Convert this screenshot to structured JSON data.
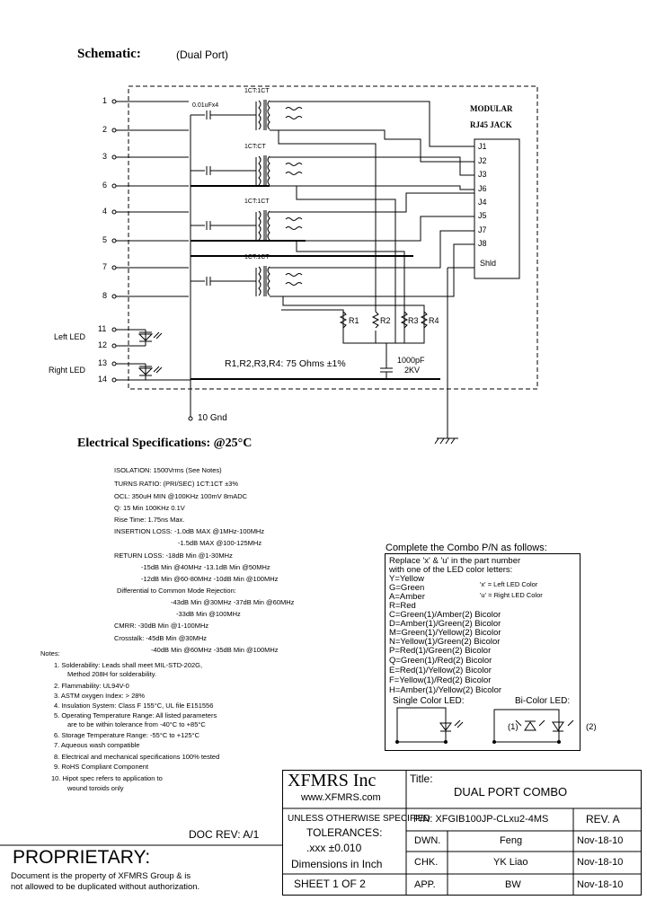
{
  "schematic": {
    "title": "Schematic:",
    "subtitle": "(Dual Port)",
    "pins_left": [
      "1",
      "2",
      "3",
      "6",
      "4",
      "5",
      "7",
      "8",
      "11",
      "12",
      "13",
      "14"
    ],
    "ratios": [
      "1CT:1CT",
      "1CT:CT",
      "1CT:1CT",
      "1CT:1CT"
    ],
    "cap_label": "0.01uFx4",
    "jack_title_1": "MODULAR",
    "jack_title_2": "RJ45 JACK",
    "jack_pins": [
      "J1",
      "J2",
      "J3",
      "J6",
      "J4",
      "J5",
      "J7",
      "J8",
      "Shld"
    ],
    "resistors": [
      "R1",
      "R2",
      "R3",
      "R4"
    ],
    "resistor_note": "R1,R2,R3,R4: 75 Ohms ±1%",
    "hv_cap_1": "1000pF",
    "hv_cap_2": "2KV",
    "left_led": "Left LED",
    "right_led": "Right LED",
    "gnd_pin": "10 Gnd"
  },
  "electrical": {
    "title": "Electrical Specifications: @25°C",
    "lines": [
      "ISOLATION: 1500Vrms (See Notes)",
      "TURNS RATIO: (PRI/SEC) 1CT:1CT ±3%",
      "OCL: 350uH MIN @100KHz 100mV 8mADC",
      "Q: 15 Min 100KHz 0.1V",
      "Rise Time: 1.75ns Max.",
      "INSERTION LOSS: -1.0dB MAX @1MHz-100MHz",
      "-1.5dB MAX @100-125MHz",
      "RETURN LOSS: -18dB Min @1-30MHz",
      "-15dB Min @40MHz -13.1dB Min @50MHz",
      "-12dB Min @60-80MHz -10dB Min @100MHz",
      "Differential to Common Mode Rejection:",
      "-43dB Min @30MHz -37dB Min @60MHz",
      "-33dB Min @100MHz",
      "CMRR: -30dB Min @1-100MHz",
      "Crosstalk: -45dB Min @30MHz",
      "-40dB Min @60MHz -35dB Min @100MHz"
    ]
  },
  "notes": {
    "title": "Notes:",
    "items": [
      "1. Solderability: Leads shall meet MIL-STD-202G,",
      "Method 208H for solderability.",
      "2. Flammability: UL94V-0",
      "3. ASTM oxygen Index: > 28%",
      "4. Insulation System: Class F 155°C, UL file E151556",
      "5. Operating Temperature Range: All listed parameters",
      "are to be within tolerance from -40°C to +85°C",
      "6. Storage Temperature Range: -55°C to +125°C",
      "7. Aqueous wash compatible",
      "8. Electrical and mechanical specifications 100% tested",
      "9. RoHS Compliant Component",
      "10. Hipot spec refers to application to",
      "wound toroids only"
    ]
  },
  "combo": {
    "heading": "Complete the Combo P/N as follows:",
    "lines": [
      "Replace 'x' & 'u' in the part number",
      "with one of the LED color letters:",
      "Y=Yellow",
      "G=Green",
      "A=Amber",
      "R=Red",
      "C=Green(1)/Amber(2) Bicolor",
      "D=Amber(1)/Green(2) Bicolor",
      "M=Green(1)/Yellow(2) Bicolor",
      "N=Yellow(1)/Green(2) Bicolor",
      "P=Red(1)/Green(2) Bicolor",
      "Q=Green(1)/Red(2) Bicolor",
      "E=Red(1)/Yellow(2) Bicolor",
      "F=Yellow(1)/Red(2) Bicolor",
      "H=Amber(1)/Yellow(2) Bicolor"
    ],
    "x_note": "'x' = Left LED Color",
    "u_note": "'u' = Right LED Color",
    "single_led": "Single Color LED:",
    "bi_led": "Bi-Color LED:",
    "bi_1": "(1)",
    "bi_2": "(2)"
  },
  "title_block": {
    "company": "XFMRS Inc",
    "website": "www.XFMRS.com",
    "title_label": "Title:",
    "title": "DUAL PORT COMBO",
    "unless": "UNLESS OTHERWISE SPECIFIED",
    "tolerances": "TOLERANCES:",
    "tol_value": ".xxx ±0.010",
    "dims": "Dimensions in Inch",
    "sheet": "SHEET 1 OF 2",
    "pn": "P/N: XFGIB100JP-CLxu2-4MS",
    "rev": "REV. A",
    "dwn_label": "DWN.",
    "dwn": "Feng",
    "dwn_date": "Nov-18-10",
    "chk_label": "CHK.",
    "chk": "YK Liao",
    "chk_date": "Nov-18-10",
    "app_label": "APP.",
    "app": "BW",
    "app_date": "Nov-18-10",
    "doc_rev": "DOC REV: A/1",
    "proprietary": "PROPRIETARY:",
    "prop_1": "Document is the property of XFMRS Group & is",
    "prop_2": "not allowed to be duplicated without authorization."
  }
}
